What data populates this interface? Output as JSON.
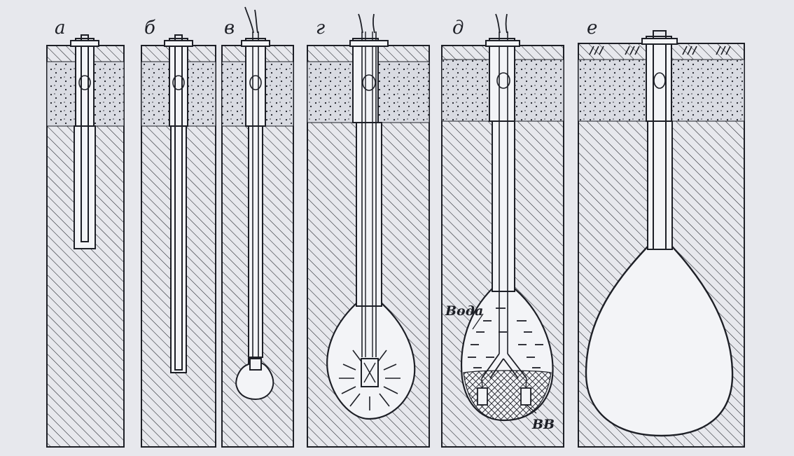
{
  "panels": [
    {
      "id": "a",
      "label": "а"
    },
    {
      "id": "b",
      "label": "б"
    },
    {
      "id": "v",
      "label": "в"
    },
    {
      "id": "g",
      "label": "г"
    },
    {
      "id": "d",
      "label": "д"
    },
    {
      "id": "e",
      "label": "е"
    }
  ],
  "annotations": {
    "water": "Вода",
    "explosive": "ВВ"
  },
  "colors": {
    "paper": "#e7e8ed",
    "ink": "#1d1f26",
    "sand": "#d9dbe2",
    "cavity": "#f3f4f7"
  }
}
